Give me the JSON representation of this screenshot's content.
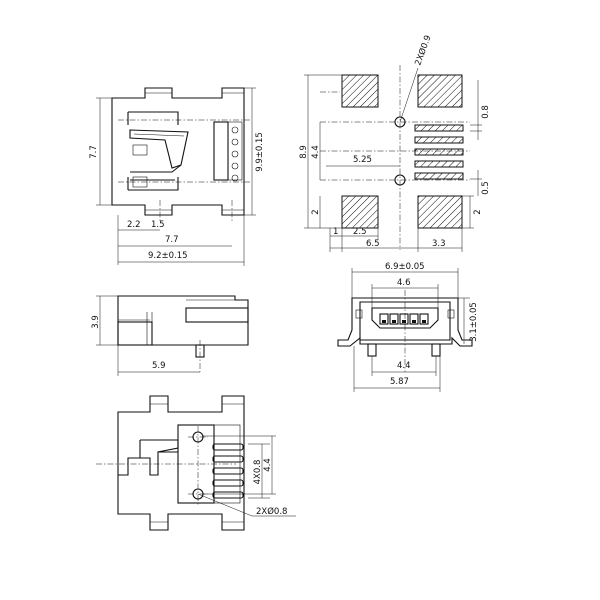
{
  "views": {
    "top": {
      "dims": {
        "height_left": "7.7",
        "height_right": "9.9±0.15",
        "a": "2.2",
        "b": "1.5",
        "c": "7.7",
        "total": "9.2±0.15"
      }
    },
    "pad": {
      "dims": {
        "hole": "2XØ0.9",
        "pitch": "0.8",
        "height_total": "8.9",
        "height_inner": "4.4",
        "hole_offset": "5.25",
        "gap": "0.5",
        "pad_left_h": "2",
        "pad_right_h": "2",
        "edge": "1",
        "pad_w": "2.5",
        "left_span": "6.5",
        "right_span": "3.3"
      }
    },
    "side": {
      "dims": {
        "height": "3.9",
        "length": "5.9"
      }
    },
    "front": {
      "dims": {
        "width_top": "6.9±0.05",
        "opening": "4.6",
        "height": "3.1±0.05",
        "peg_span": "4.4",
        "bottom": "5.87"
      }
    },
    "bottom": {
      "dims": {
        "pitch": "4X0.8",
        "span": "4.4",
        "hole": "2XØ0.8"
      }
    }
  }
}
